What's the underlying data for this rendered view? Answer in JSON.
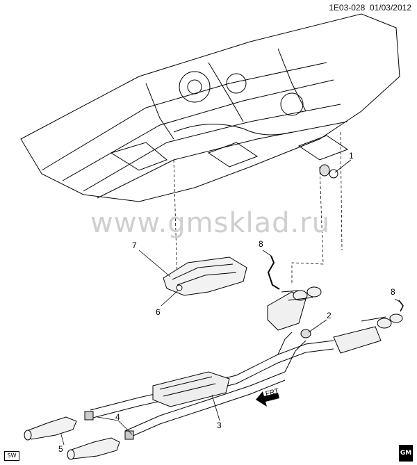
{
  "header": {
    "code": "1E03-028",
    "date": "01/03/2012"
  },
  "watermark": "www.gmsklad.ru",
  "callouts": [
    "1",
    "2",
    "3",
    "4",
    "5",
    "6",
    "7",
    "8",
    "8"
  ],
  "direction_label": "FRT",
  "corner_badge": "SW",
  "logo_text": "GM"
}
